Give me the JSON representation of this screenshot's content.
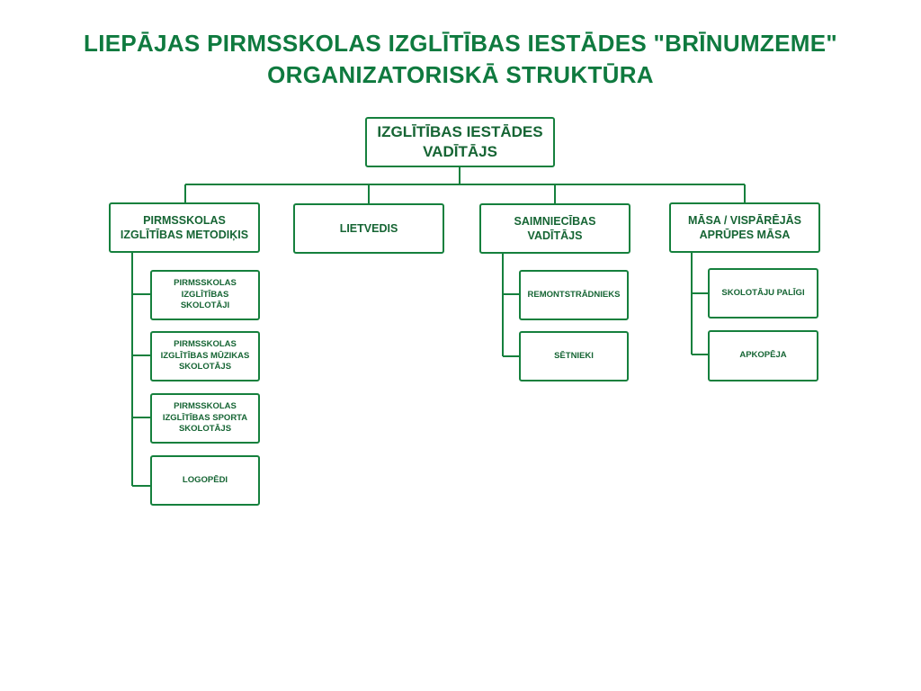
{
  "title": {
    "line1": "LIEPĀJAS PIRMSSKOLAS IZGLĪTĪBAS IESTĀDES \"BRĪNUMZEME\"",
    "line2": "ORGANIZATORISKĀ STRUKTŪRA"
  },
  "colors": {
    "accent": "#0f7a3f",
    "box_border": "#15803d",
    "box_text": "#166534"
  },
  "root": {
    "label": "IZGLĪTĪBAS IESTĀDES VADĪTĀJS"
  },
  "departments": [
    {
      "label": "PIRMSSKOLAS IZGLĪTĪBAS METODIĶIS",
      "children": [
        "PIRMSSKOLAS IZGLĪTĪBAS SKOLOTĀJI",
        "PIRMSSKOLAS IZGLĪTĪBAS MŪZIKAS SKOLOTĀJS",
        "PIRMSSKOLAS IZGLĪTĪBAS SPORTA SKOLOTĀJS",
        "LOGOPĒDI"
      ]
    },
    {
      "label": "LIETVEDIS",
      "children": []
    },
    {
      "label": "SAIMNIECĪBAS VADĪTĀJS",
      "children": [
        "REMONTSTRĀDNIEKS",
        "SĒTNIEKI"
      ]
    },
    {
      "label": "MĀSA / VISPĀRĒJĀS APRŪPES MĀSA",
      "children": [
        "SKOLOTĀJU PALĪGI",
        "APKOPĒJA"
      ]
    }
  ]
}
